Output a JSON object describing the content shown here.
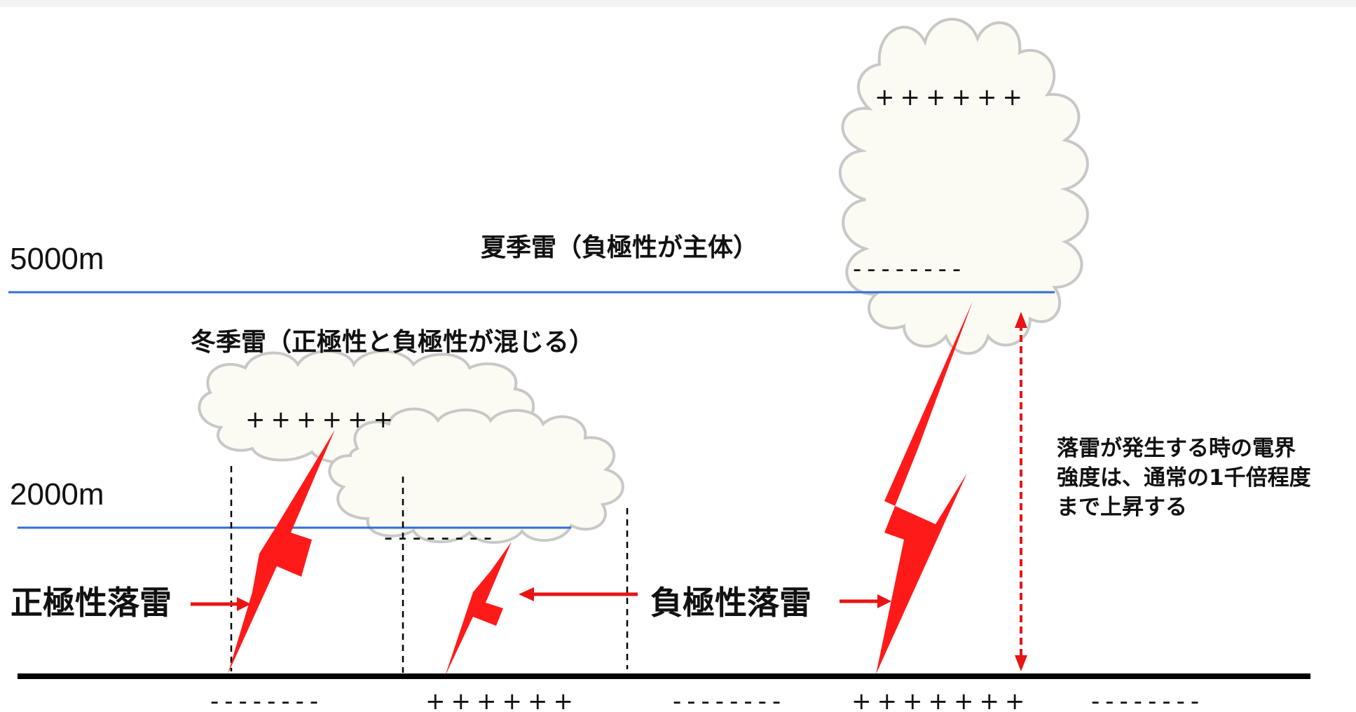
{
  "altitude_labels": {
    "high": "5000m",
    "low": "2000m"
  },
  "titles": {
    "summer": "夏季雷（負極性が主体）",
    "winter": "冬季雷（正極性と負極性が混じる）"
  },
  "labels": {
    "positive_strike": "正極性落雷",
    "negative_strike": "負極性落雷"
  },
  "note": {
    "line1": "落雷が発生する時の電界",
    "line2": "強度は、通常の1千倍程度",
    "line3": "まで上昇する"
  },
  "charges": {
    "summer_cloud_top": "++++++",
    "summer_cloud_bottom": "--------",
    "winter_cloud1_top": "++++++",
    "winter_cloud2_bottom": "--------",
    "ground_1": "--------",
    "ground_2": "++++++",
    "ground_3": "--------",
    "ground_4": "+++++++",
    "ground_5": "--------"
  },
  "colors": {
    "lightning": "#ff1a1a",
    "altitude_line": "#2f6fd6",
    "ground": "#000000",
    "cloud_fill": "#fbfaf3",
    "cloud_stroke": "#c8c8c8"
  }
}
